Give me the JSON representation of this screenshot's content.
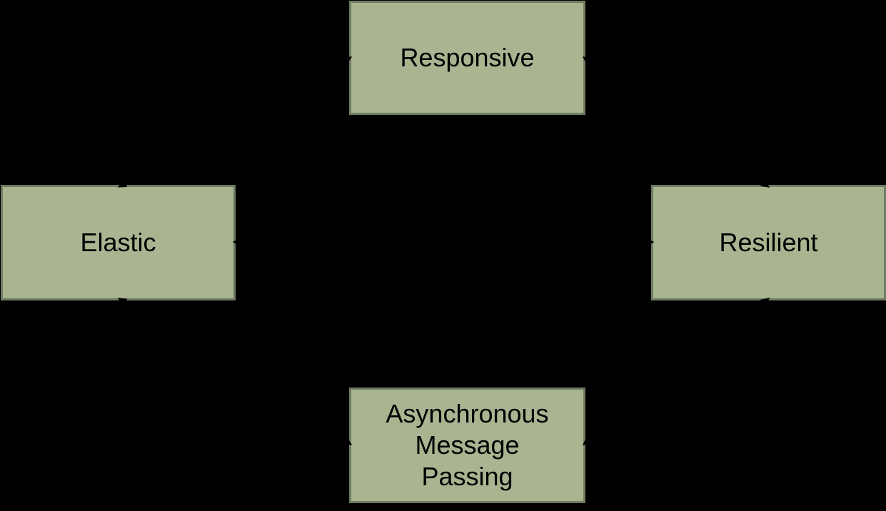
{
  "diagram": {
    "colors": {
      "background": "#000000",
      "node_fill": "#a9b491",
      "node_border": "#6f7c63",
      "node_text": "#000000",
      "arrow": "#000000"
    },
    "nodes": [
      {
        "id": "responsive",
        "label": "Responsive"
      },
      {
        "id": "elastic",
        "label": "Elastic"
      },
      {
        "id": "resilient",
        "label": "Resilient"
      },
      {
        "id": "async-message-passing",
        "label": "Asynchronous Message Passing",
        "lines": [
          "Asynchronous",
          "Message",
          "Passing"
        ]
      }
    ],
    "edges": [
      {
        "from": "responsive",
        "to": "elastic",
        "style": "double-headed"
      },
      {
        "from": "responsive",
        "to": "resilient",
        "style": "double-headed"
      },
      {
        "from": "elastic",
        "to": "async-message-passing",
        "style": "double-headed"
      },
      {
        "from": "resilient",
        "to": "async-message-passing",
        "style": "double-headed"
      },
      {
        "from": "elastic",
        "to": "resilient",
        "style": "double-headed"
      }
    ]
  }
}
